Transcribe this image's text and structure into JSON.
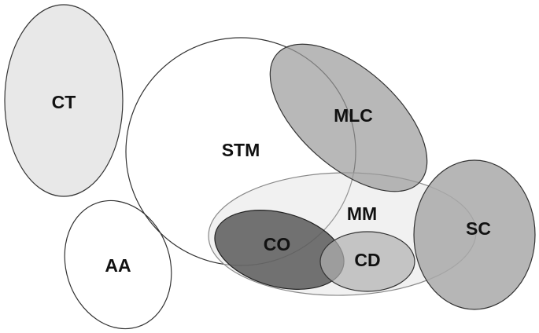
{
  "diagram": {
    "sets": [
      {
        "id": "ct",
        "label": "CT",
        "fill": "#e8e8e8"
      },
      {
        "id": "aa",
        "label": "AA",
        "fill": "#ffffff"
      },
      {
        "id": "stm",
        "label": "STM",
        "fill": "#ffffff"
      },
      {
        "id": "mm",
        "label": "MM",
        "fill": "#e6e6e6"
      },
      {
        "id": "mlc",
        "label": "MLC",
        "fill": "#9a9a9a"
      },
      {
        "id": "sc",
        "label": "SC",
        "fill": "#a9a9a9"
      },
      {
        "id": "co",
        "label": "CO",
        "fill": "#5a5a5a"
      },
      {
        "id": "cd",
        "label": "CD",
        "fill": "#b0b0b0"
      }
    ],
    "stroke": "#333333"
  }
}
